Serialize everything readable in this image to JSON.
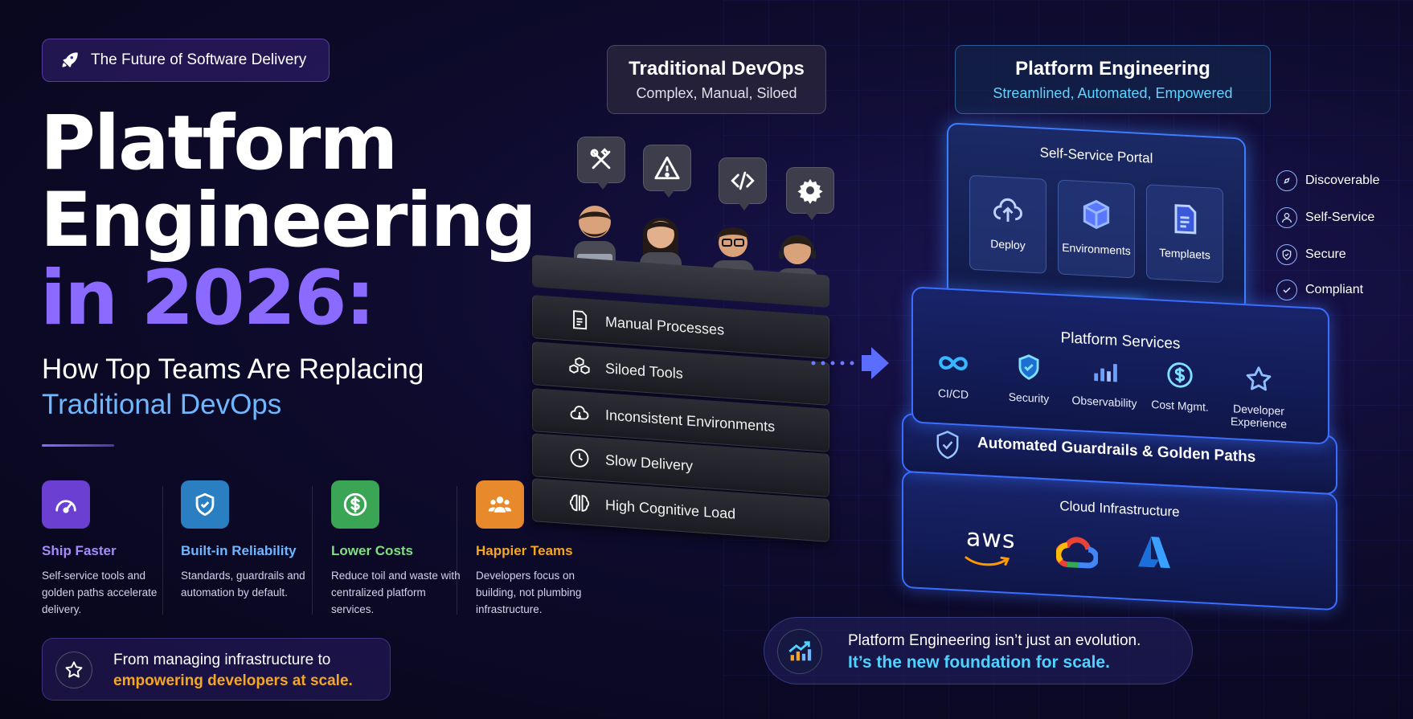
{
  "badge": {
    "label": "The Future of Software Delivery",
    "icon": "rocket-icon"
  },
  "hero": {
    "line1": "Platform",
    "line2": "Engineering",
    "line3": "in 2026:",
    "sub1": "How Top Teams Are Replacing",
    "sub2": "Traditional DevOps"
  },
  "benefits": [
    {
      "title": "Ship Faster",
      "desc": "Self-service tools and golden paths accelerate delivery.",
      "color": "#a78bfa",
      "icon": "speedometer-icon"
    },
    {
      "title": "Built-in Reliability",
      "desc": "Standards, guardrails and automation by default.",
      "color": "#6fb7ff",
      "icon": "shield-check-icon"
    },
    {
      "title": "Lower Costs",
      "desc": "Reduce toil and waste with centralized platform services.",
      "color": "#7ee081",
      "icon": "dollar-icon"
    },
    {
      "title": "Happier Teams",
      "desc": "Developers focus on building, not plumbing infrastructure.",
      "color": "#f5a623",
      "icon": "people-icon"
    }
  ],
  "callout_left": {
    "line1": "From managing infrastructure to",
    "line2": "empowering developers at scale."
  },
  "traditional": {
    "title": "Traditional DevOps",
    "subtitle": "Complex, Manual, Siloed",
    "layers": [
      "Manual Processes",
      "Siloed Tools",
      "Inconsistent Environments",
      "Slow Delivery",
      "High Cognitive Load"
    ]
  },
  "platform": {
    "title": "Platform Engineering",
    "subtitle": "Streamlined, Automated, Empowered",
    "portal": {
      "title": "Self-Service Portal",
      "cards": [
        "Deploy",
        "Environments",
        "Templaets"
      ]
    },
    "features": [
      "Discoverable",
      "Self-Service",
      "Secure",
      "Compliant"
    ],
    "services": {
      "title": "Platform Services",
      "items": [
        "CI/CD",
        "Security",
        "Observability",
        "Cost Mgmt.",
        "Developer Experience"
      ]
    },
    "guardrails": "Automated Guardrails & Golden Paths",
    "cloud": {
      "title": "Cloud Infrastructure",
      "providers": [
        "aws",
        "google-cloud-logo",
        "azure-logo"
      ]
    }
  },
  "callout_right": {
    "line1": "Platform Engineering isn’t just an evolution.",
    "line2": "It’s the new foundation for scale."
  }
}
